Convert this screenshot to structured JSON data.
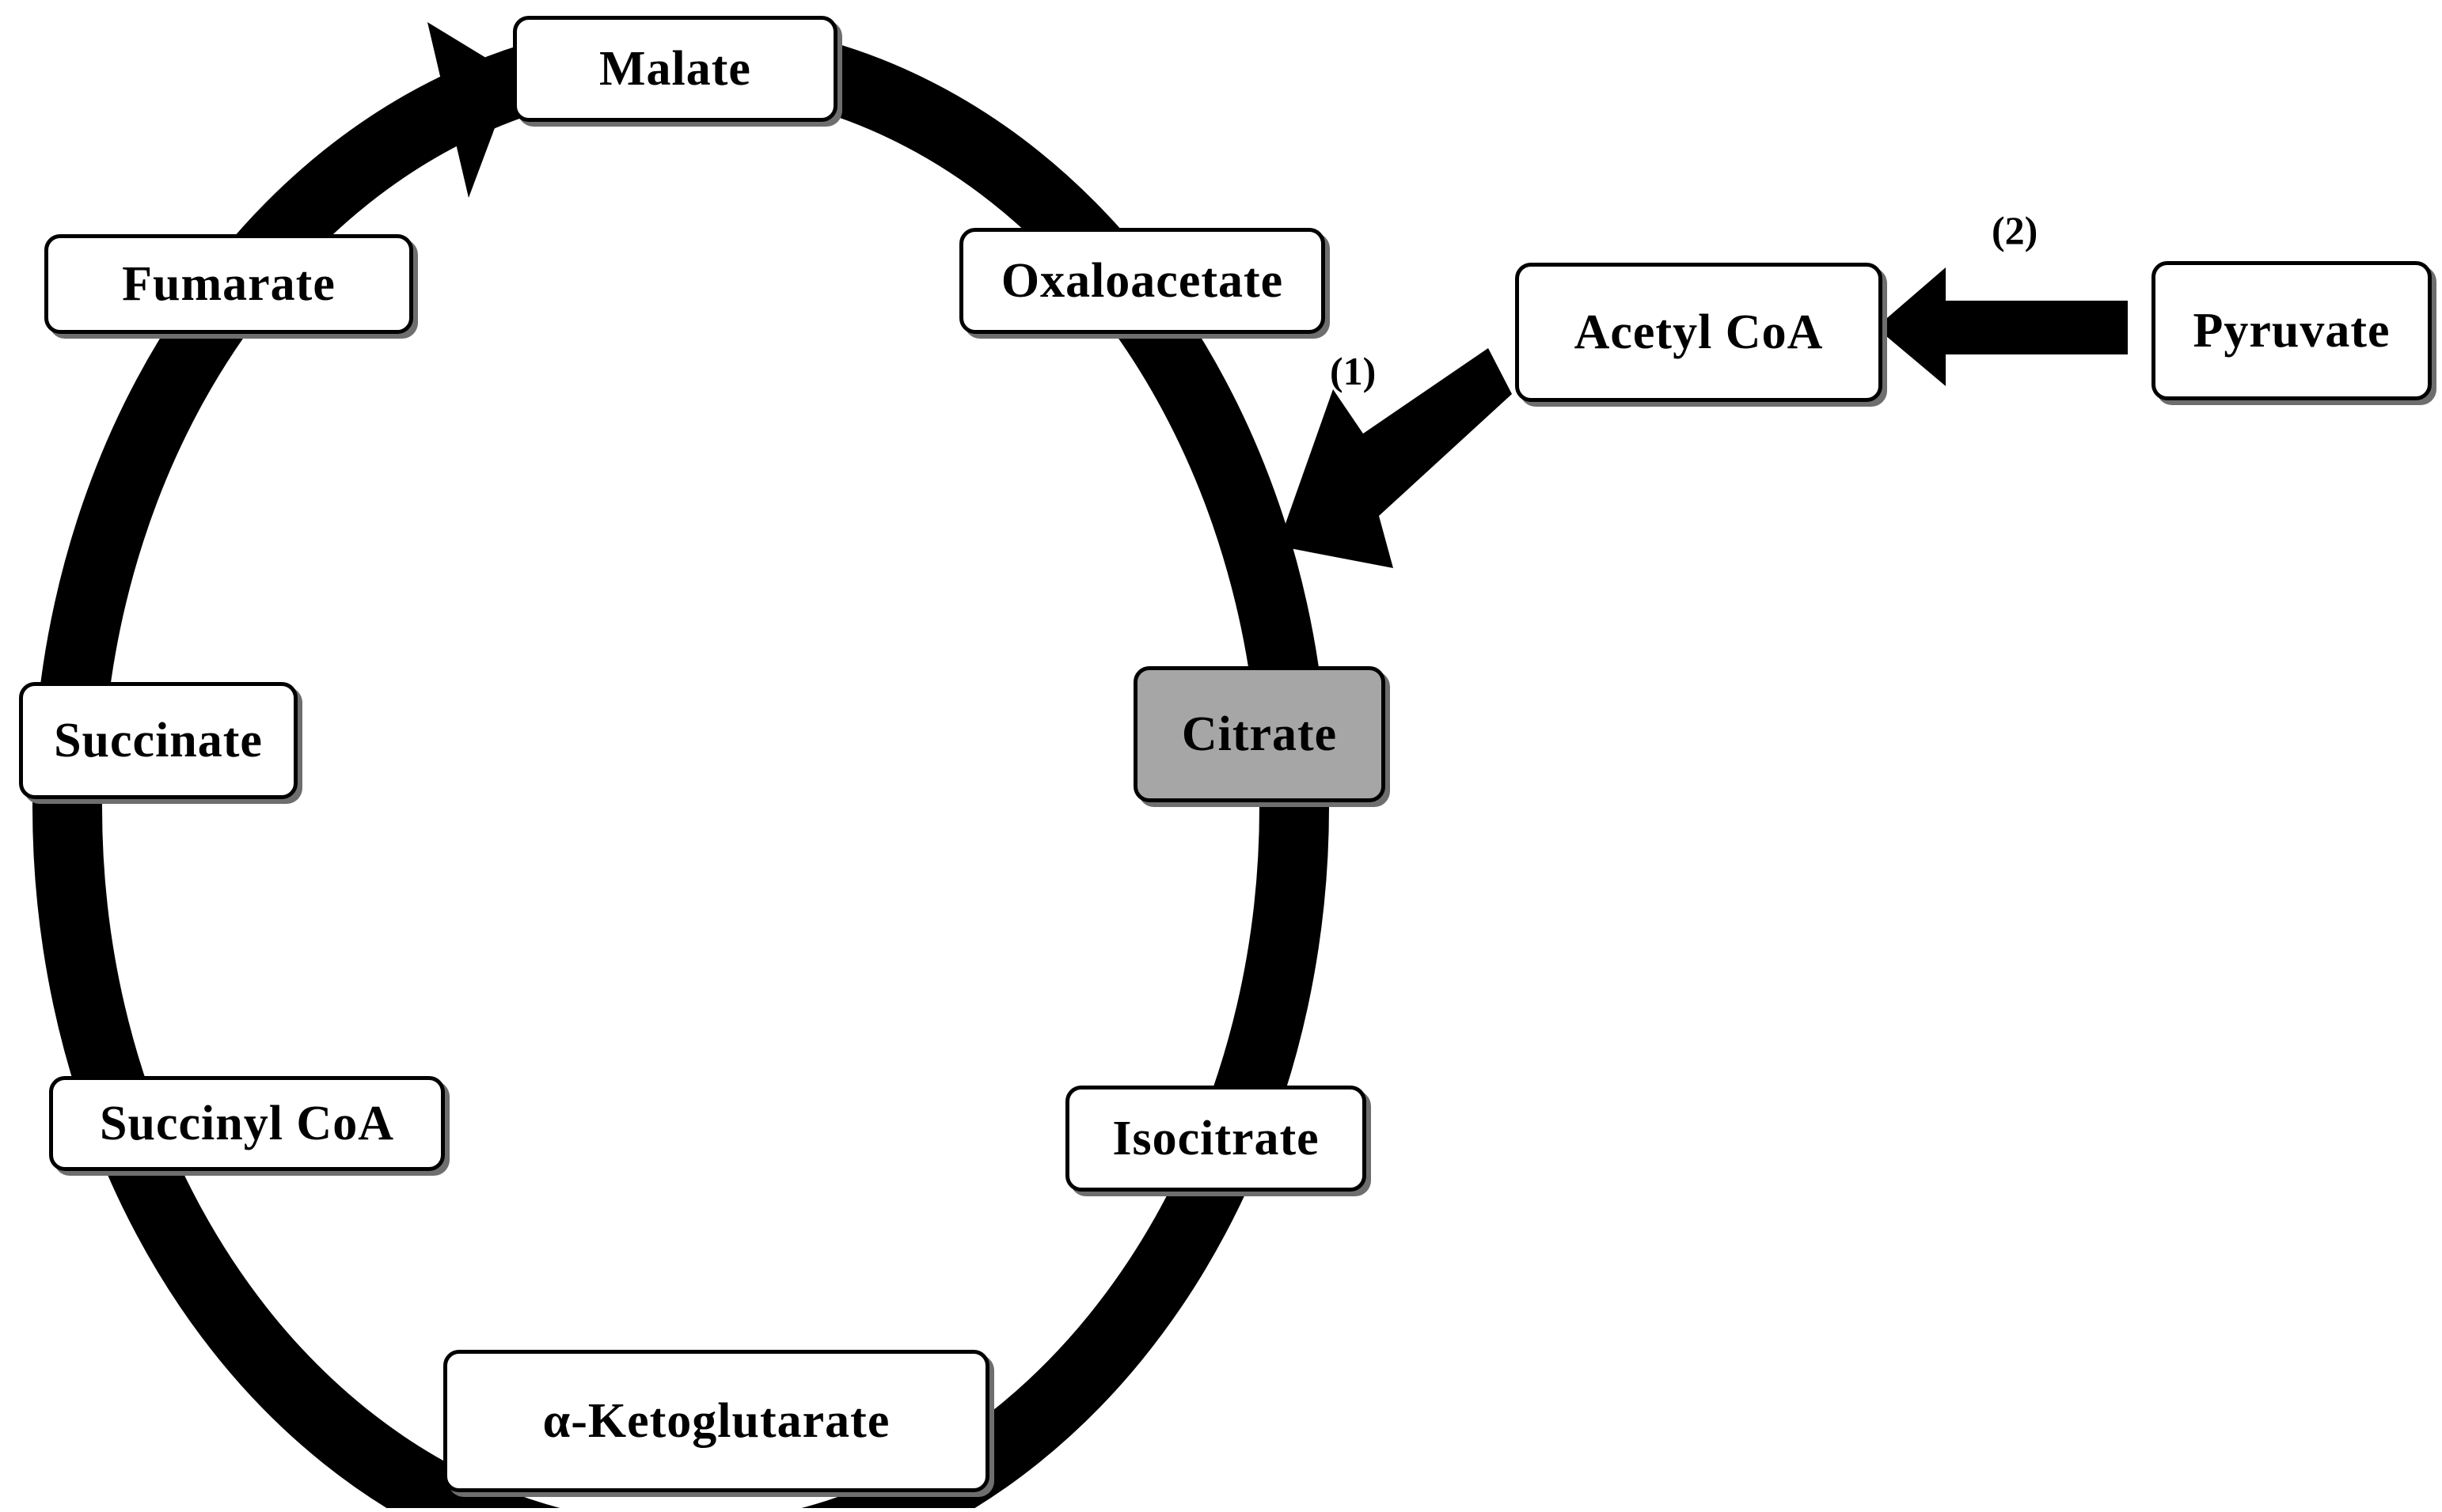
{
  "cycle": {
    "malate": "Malate",
    "oxaloacetate": "Oxaloacetate",
    "citrate": "Citrate",
    "isocitrate": "Isocitrate",
    "alpha_ketoglutarate": "α-Ketoglutarate",
    "succinyl_coa": "Succinyl CoA",
    "succinate": "Succinate",
    "fumarate": "Fumarate"
  },
  "inputs": {
    "acetyl_coa": "Acetyl CoA",
    "pyruvate": "Pyruvate"
  },
  "steps": {
    "step1": "(1)",
    "step2": "(2)"
  },
  "colors": {
    "arrow": "#000000",
    "highlight_fill": "#a6a6a6",
    "node_fill": "#ffffff"
  },
  "highlighted_node": "citrate"
}
